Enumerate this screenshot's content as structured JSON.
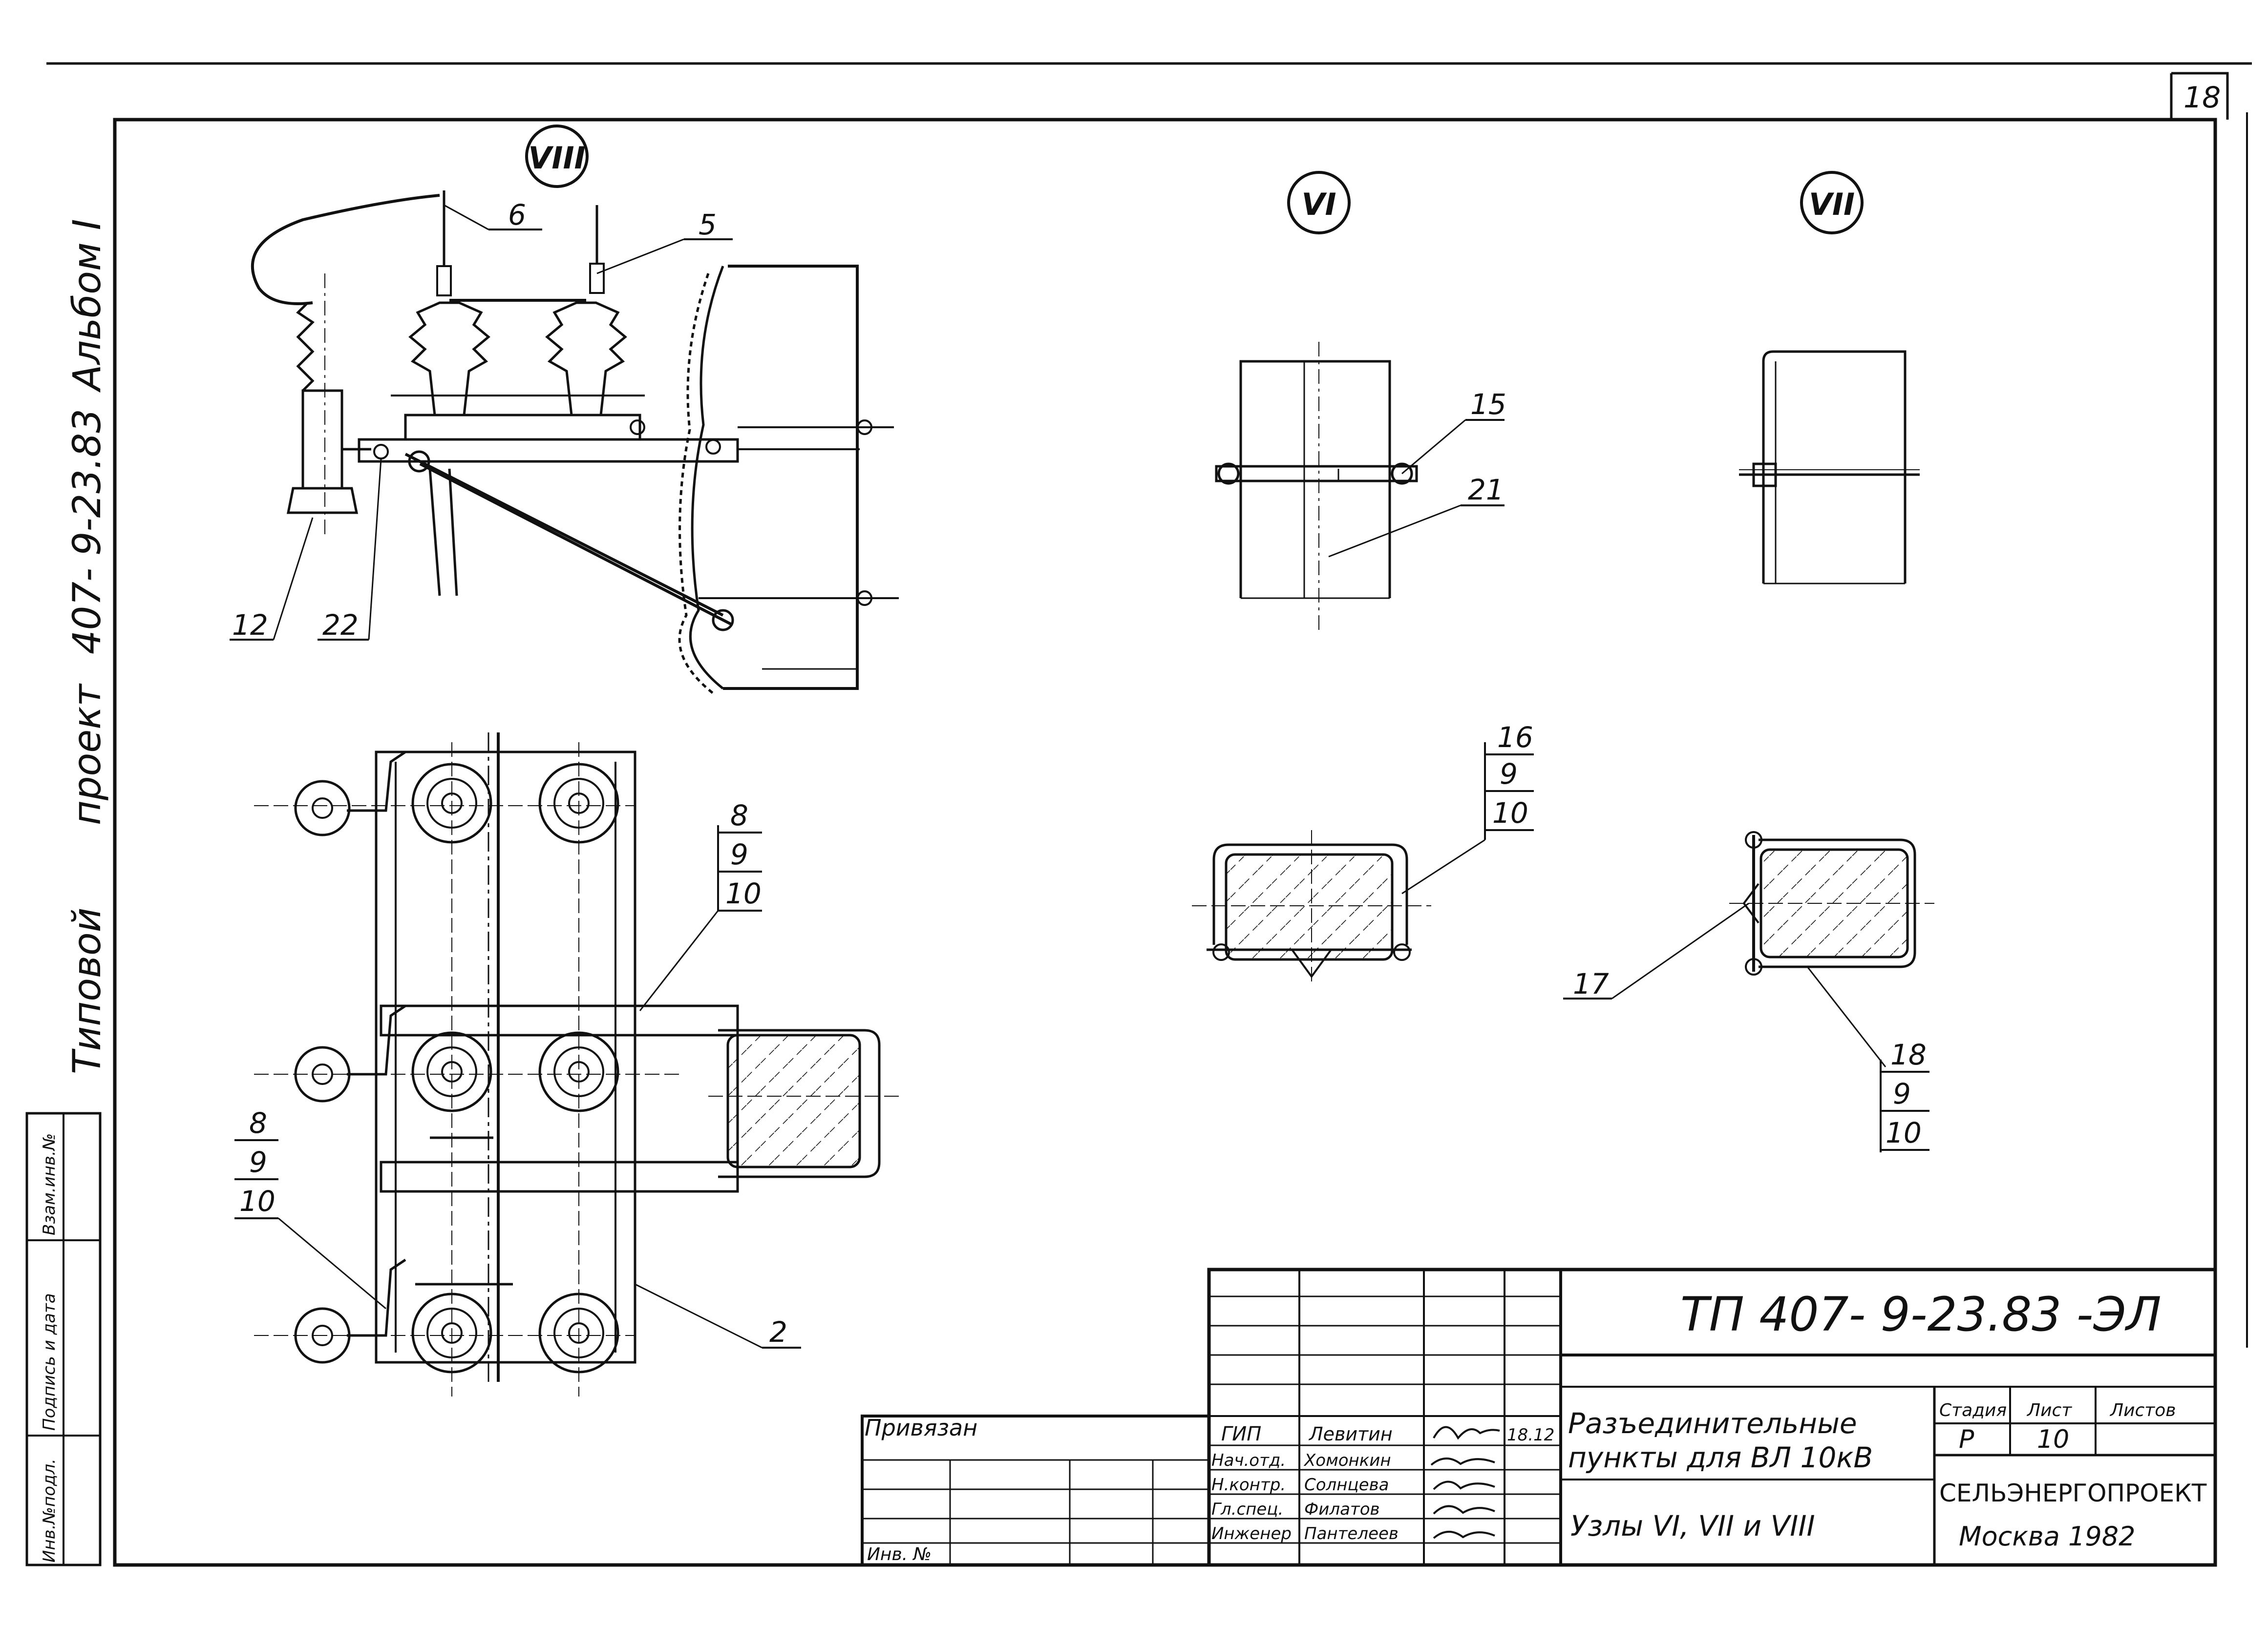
{
  "sheet": {
    "number": "18",
    "side_stamp": [
      "Типовой",
      "проект",
      "407- 9-23.83",
      "Альбом I"
    ],
    "side_cells": [
      "Инв.№подл.",
      "Подпись и дата",
      "Взам.инв.№"
    ]
  },
  "nodes": {
    "viii": "VIII",
    "vi": "VI",
    "vii": "VII"
  },
  "callouts": {
    "c6": "6",
    "c5": "5",
    "c12": "12",
    "c22": "22",
    "c15": "15",
    "c21": "21",
    "c16": "16",
    "c9a": "9",
    "c10a": "10",
    "c8a": "8",
    "c9b": "9",
    "c10b": "10",
    "c8b": "8",
    "c9c": "9",
    "c10c": "10",
    "c2": "2",
    "c17": "17",
    "c18": "18",
    "c9d": "9",
    "c10d": "10"
  },
  "title_block": {
    "code": "ТП 407- 9-23.83 -ЭЛ",
    "privyazan": "Привязан",
    "inv_no": "Инв. №",
    "roles": [
      "ГИП",
      "Нач.отд.",
      "Н.контр.",
      "Гл.спец.",
      "Инженер"
    ],
    "names": [
      "Левитин",
      "Хомонкин",
      "Солнцева",
      "Филатов",
      "Пантелеев"
    ],
    "date": "18.12",
    "title_line1": "Разъединительные",
    "title_line2": "пункты для ВЛ 10кВ",
    "title_line3": "Узлы VI, VII и VIII",
    "stage_hdr": "Стадия",
    "sheet_hdr": "Лист",
    "sheets_hdr": "Листов",
    "stage": "Р",
    "sheet_no": "10",
    "org": "СЕЛЬЭНЕРГОПРОЕКТ",
    "city_year": "Москва 1982"
  }
}
